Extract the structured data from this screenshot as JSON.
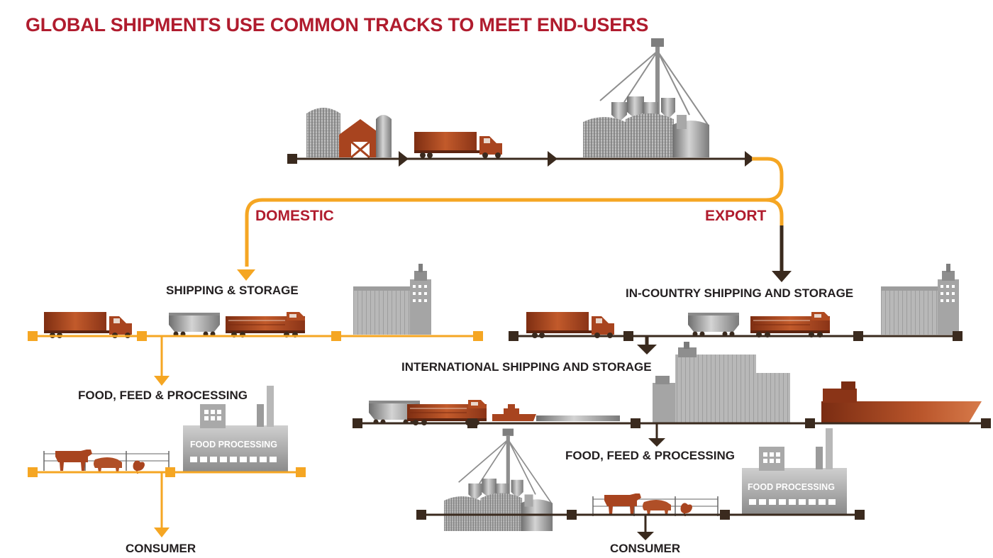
{
  "title": "GLOBAL SHIPMENTS USE COMMON TRACKS TO MEET END-USERS",
  "branches": {
    "domestic": "DOMESTIC",
    "export": "EXPORT"
  },
  "domestic": {
    "shipping_storage": "SHIPPING & STORAGE",
    "food_feed_processing": "FOOD, FEED & PROCESSING",
    "consumer": "CONSUMER",
    "factory_sign": "FOOD PROCESSING"
  },
  "export": {
    "in_country": "IN-COUNTRY SHIPPING AND STORAGE",
    "international": "INTERNATIONAL SHIPPING AND STORAGE",
    "food_feed_processing": "FOOD, FEED & PROCESSING",
    "consumer": "CONSUMER",
    "factory_sign": "FOOD PROCESSING"
  },
  "colors": {
    "title_red": "#b01c2e",
    "orange_track": "#f5a623",
    "dark_track": "#3a2a1e",
    "rust": "#a8441f",
    "gray": "#9a9a9a"
  },
  "icons": [
    "farm-silo-icon",
    "barn-icon",
    "semi-truck-icon",
    "grain-elevator-icon",
    "hopper-car-icon",
    "locomotive-icon",
    "terminal-elevator-icon",
    "factory-icon",
    "cow-icon",
    "pig-icon",
    "chicken-icon",
    "barge-icon",
    "cargo-ship-icon",
    "port-elevator-icon"
  ]
}
